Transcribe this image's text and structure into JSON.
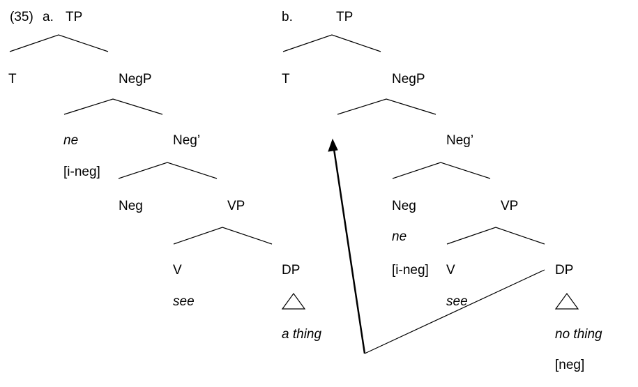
{
  "example_number": "(35)",
  "tree_a": {
    "letter": "a.",
    "tp": "TP",
    "t": "T",
    "negp": "NegP",
    "ne": "ne",
    "ineg": "[i-neg]",
    "negbar": "Neg’",
    "neg": "Neg",
    "vp": "VP",
    "v": "V",
    "verb": "see",
    "dp": "DP",
    "object": "a thing"
  },
  "tree_b": {
    "letter": "b.",
    "tp": "TP",
    "t": "T",
    "negp": "NegP",
    "negbar": "Neg’",
    "neg": "Neg",
    "ne": "ne",
    "ineg": "[i-neg]",
    "vp": "VP",
    "v": "V",
    "verb": "see",
    "dp": "DP",
    "object": "no thing",
    "neg_feature": "[neg]"
  },
  "colors": {
    "ink": "#000000",
    "background": "#ffffff"
  }
}
